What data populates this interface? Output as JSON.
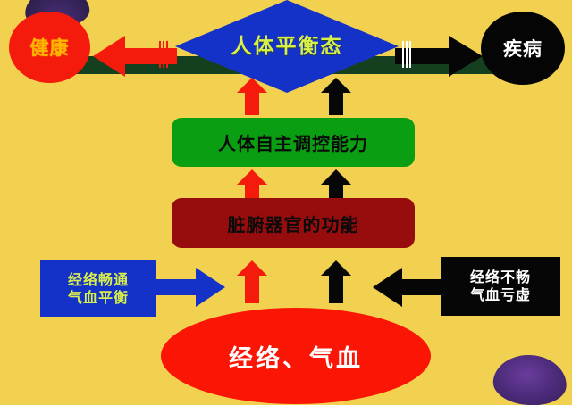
{
  "diagram": {
    "background_color": "#f3d150",
    "title_node": {
      "label": "人体平衡态",
      "shape": "diamond",
      "fill": "#1432c8",
      "text_color": "#d9ef4a"
    },
    "outcomes": {
      "positive": {
        "label": "健康",
        "shape": "circle",
        "fill": "#f41b0c",
        "text_color": "#ffb400"
      },
      "negative": {
        "label": "疾病",
        "shape": "circle",
        "fill": "#050505",
        "text_color": "#ffffff"
      }
    },
    "band": {
      "fill": "#15401f"
    },
    "levels": [
      {
        "label": "人体自主调控能力",
        "fill": "#0a9e12",
        "text_color": "#0b0b0b"
      },
      {
        "label": "脏腑器官的功能",
        "fill": "#970d0d",
        "text_color": "#0b0b0b"
      }
    ],
    "base_node": {
      "label": "经络、气血",
      "shape": "ellipse",
      "fill": "#fa1505",
      "text_color": "#ffffff"
    },
    "side_notes": {
      "left": {
        "line1": "经络畅通",
        "line2": "气血平衡",
        "fill": "#1432c8",
        "text_color": "#d9ef4a"
      },
      "right": {
        "line1": "经络不畅",
        "line2": "气血亏虚",
        "fill": "#060606",
        "text_color": "#ffffff"
      }
    },
    "arrows": {
      "to_health_color": "#f41b0c",
      "to_disease_color": "#060606",
      "positive_flow_color": "#f41b0c",
      "negative_flow_color": "#070707",
      "smooth_note_color": "#1432c8",
      "blocked_note_color": "#060606"
    },
    "decorations": [
      {
        "name": "lingzhi-mushroom",
        "color": "#3c2a63"
      },
      {
        "name": "lingzhi-mushroom",
        "color": "#4a2a78"
      }
    ]
  }
}
